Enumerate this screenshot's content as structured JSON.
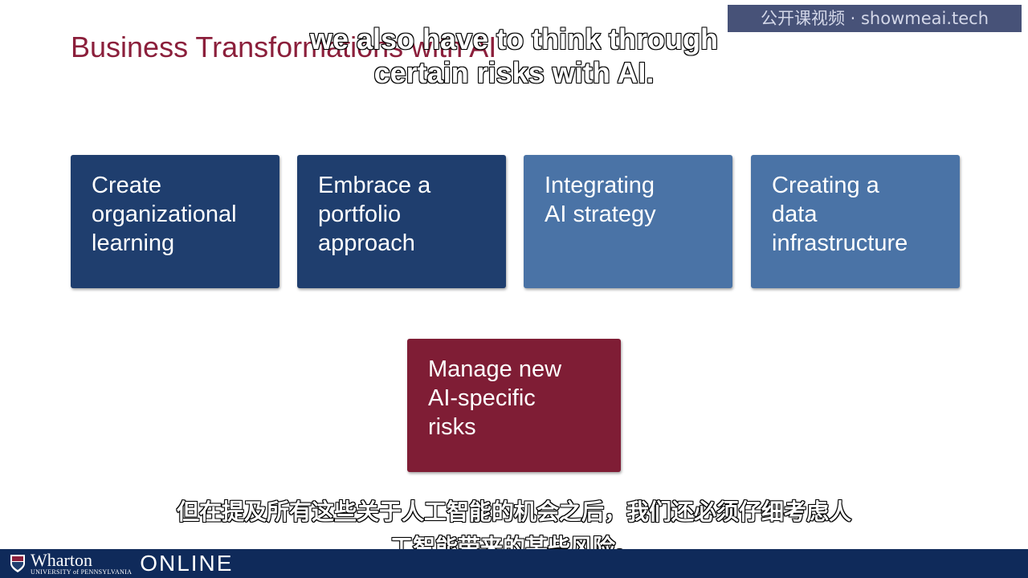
{
  "slide": {
    "title": "Business Transformations with AI"
  },
  "boxes": [
    {
      "text": "Create\norganizational\nlearning",
      "style": "dark"
    },
    {
      "text": "Embrace a\nportfolio\napproach",
      "style": "dark"
    },
    {
      "text": "Integrating\nAI strategy",
      "style": "light"
    },
    {
      "text": "Creating a\ndata\ninfrastructure",
      "style": "light"
    },
    {
      "text": "Manage new\nAI-specific\nrisks",
      "style": "red"
    }
  ],
  "subtitles": {
    "english": [
      "we also have to think through",
      "certain risks with AI."
    ],
    "chinese": [
      "但在提及所有这些关于人工智能的机会之后，我们还必须仔细考虑人",
      "工智能带来的某些风险。"
    ]
  },
  "watermark": "公开课视频 · showmeai.tech",
  "footer": {
    "brand": "Wharton",
    "university": "UNIVERSITY of PENNSYLVANIA",
    "online": "ONLINE"
  },
  "colors": {
    "title": "#8b1f3b",
    "box_dark": "#1f3e6e",
    "box_light": "#4a73a6",
    "box_red": "#7f1d35",
    "footer": "#0f2a5a"
  }
}
